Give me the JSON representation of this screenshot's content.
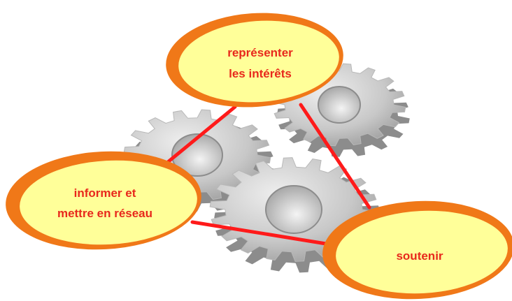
{
  "diagram": {
    "nodes": {
      "top": {
        "lines": [
          "représenter",
          "les intérêts"
        ]
      },
      "left": {
        "lines": [
          "informer et",
          "mettre en réseau"
        ]
      },
      "right": {
        "lines": [
          "soutenir"
        ]
      }
    },
    "edges": [
      {
        "from": "top",
        "to": "left"
      },
      {
        "from": "top",
        "to": "right"
      },
      {
        "from": "left",
        "to": "right"
      }
    ],
    "colors": {
      "label_text": "#e8281c",
      "bubble_fill": "#ffff99",
      "bubble_border": "#f07818",
      "connector": "#ff1a1a",
      "gear_light": "#d9d9d9",
      "gear_mid": "#b8b8b8",
      "gear_dark": "#8c8c8c"
    }
  }
}
